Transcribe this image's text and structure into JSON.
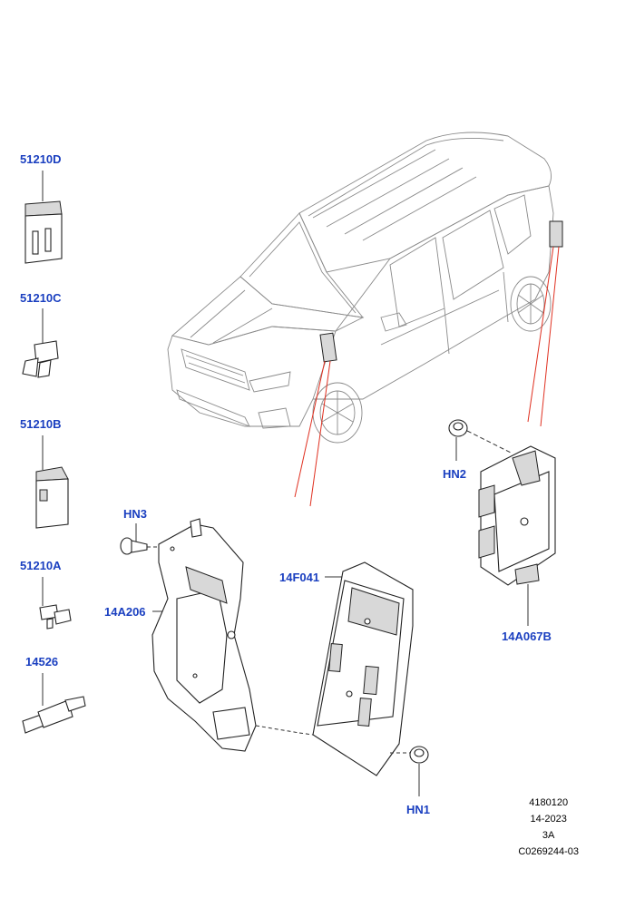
{
  "callouts": {
    "c51210D": "51210D",
    "c51210C": "51210C",
    "c51210B": "51210B",
    "c51210A": "51210A",
    "c14526": "14526",
    "cHN3": "HN3",
    "c14A206": "14A206",
    "c14F041": "14F041",
    "cHN2": "HN2",
    "c14A067B": "14A067B",
    "cHN1": "HN1"
  },
  "meta": {
    "ref": "4180120",
    "year": "14-2023",
    "rev": "3A",
    "code": "C0269244-03"
  },
  "colors": {
    "callout": "#1a3fc0",
    "leader_red": "#e03020"
  }
}
